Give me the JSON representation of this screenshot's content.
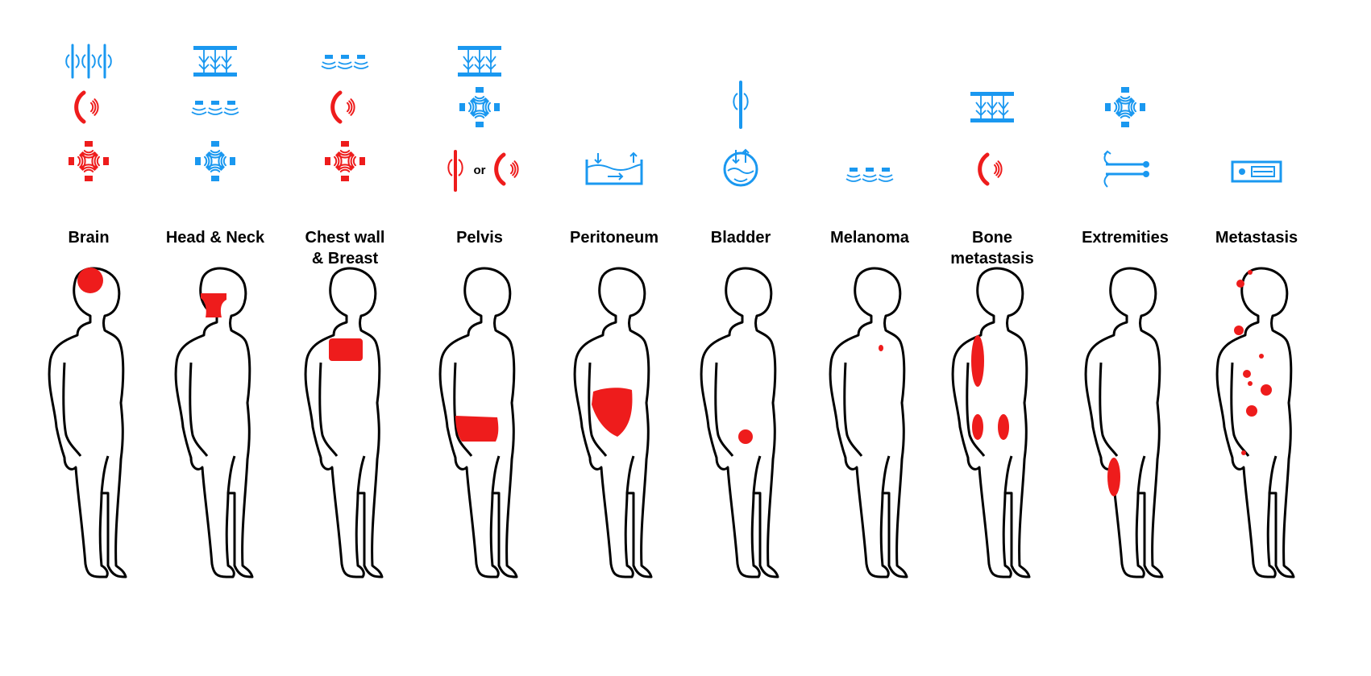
{
  "colors": {
    "blue": "#1a98f0",
    "red": "#ee1c1c",
    "outline": "#000000"
  },
  "legend_connector": "or",
  "columns": [
    {
      "id": "brain",
      "label": "Brain",
      "icons": [
        "spiral-applicator-icon",
        "microwave-antenna-icon",
        "phased-array-icon"
      ],
      "icon_colors": [
        "blue",
        "red",
        "red"
      ],
      "targets": [
        {
          "type": "ellipse",
          "region": "head"
        }
      ]
    },
    {
      "id": "head-neck",
      "label": "Head & Neck",
      "icons": [
        "waterbolus-applicator-icon",
        "superficial-applicators-icon",
        "phased-array-icon"
      ],
      "icon_colors": [
        "blue",
        "blue",
        "blue"
      ],
      "targets": [
        {
          "type": "block",
          "region": "neck"
        }
      ]
    },
    {
      "id": "chest-wall-breast",
      "label": "Chest wall\n& Breast",
      "icons": [
        "superficial-applicators-icon",
        "microwave-antenna-icon",
        "phased-array-icon"
      ],
      "icon_colors": [
        "blue",
        "red",
        "red"
      ],
      "targets": [
        {
          "type": "block",
          "region": "chest"
        }
      ]
    },
    {
      "id": "pelvis",
      "label": "Pelvis",
      "icons": [
        "waterbolus-applicator-icon",
        "phased-array-icon",
        "interstitial-or-antenna-icon"
      ],
      "icon_colors": [
        "blue",
        "blue",
        "red"
      ],
      "targets": [
        {
          "type": "block",
          "region": "pelvis"
        }
      ]
    },
    {
      "id": "peritoneum",
      "label": "Peritoneum",
      "icons": [
        "perfusion-bath-icon"
      ],
      "icon_colors": [
        "blue"
      ],
      "targets": [
        {
          "type": "block",
          "region": "abdomen"
        }
      ]
    },
    {
      "id": "bladder",
      "label": "Bladder",
      "icons": [
        "interstitial-probe-icon",
        "recirculation-pump-icon"
      ],
      "icon_colors": [
        "blue",
        "blue"
      ],
      "targets": [
        {
          "type": "ellipse",
          "region": "bladder"
        }
      ]
    },
    {
      "id": "melanoma",
      "label": "Melanoma",
      "icons": [
        "superficial-applicators-icon"
      ],
      "icon_colors": [
        "blue"
      ],
      "targets": [
        {
          "type": "dot",
          "region": "skin"
        }
      ]
    },
    {
      "id": "bone-metastasis",
      "label": "Bone\nmetastasis",
      "icons": [
        "waterbolus-applicator-icon",
        "microwave-antenna-icon"
      ],
      "icon_colors": [
        "blue",
        "red"
      ],
      "targets": [
        {
          "type": "ellipse",
          "region": "spine"
        },
        {
          "type": "ellipse",
          "region": "hip"
        }
      ]
    },
    {
      "id": "extremities",
      "label": "Extremities",
      "icons": [
        "phased-array-icon",
        "limb-perfusion-icon"
      ],
      "icon_colors": [
        "blue",
        "blue"
      ],
      "targets": [
        {
          "type": "ellipse",
          "region": "leg"
        }
      ]
    },
    {
      "id": "metastasis",
      "label": "Metastasis",
      "icons": [
        "whole-body-device-icon"
      ],
      "icon_colors": [
        "blue"
      ],
      "targets": [
        {
          "type": "dots",
          "region": "whole-body"
        }
      ]
    }
  ]
}
